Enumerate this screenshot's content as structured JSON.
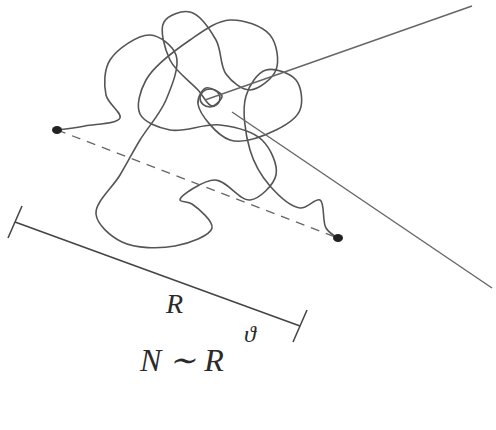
{
  "diagram": {
    "labels": [
      "R",
      "N ∼ R",
      "ϑ"
    ]
  }
}
